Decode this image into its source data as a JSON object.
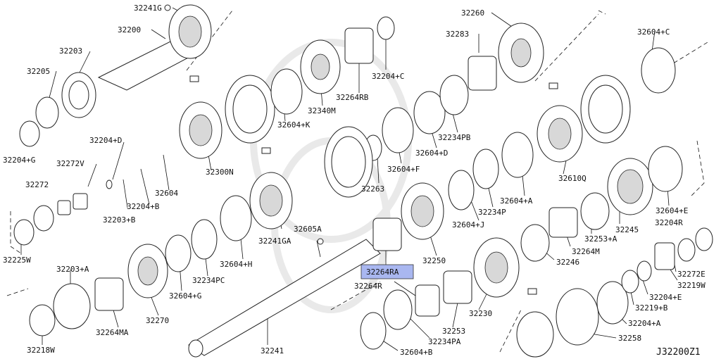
{
  "diagram_code": "J32200Z1",
  "highlight_color": "#a9b7f0",
  "highlighted_label": "32264RA",
  "labels": [
    {
      "id": "p1",
      "text": "32241G"
    },
    {
      "id": "p2",
      "text": "32200"
    },
    {
      "id": "p3",
      "text": "32203"
    },
    {
      "id": "p4",
      "text": "32205"
    },
    {
      "id": "p5",
      "text": "32204+G"
    },
    {
      "id": "p6",
      "text": "32204+D"
    },
    {
      "id": "p7",
      "text": "32272V"
    },
    {
      "id": "p8",
      "text": "32272"
    },
    {
      "id": "p9",
      "text": "32203+B"
    },
    {
      "id": "p10",
      "text": "32204+B"
    },
    {
      "id": "p11",
      "text": "32604"
    },
    {
      "id": "p12",
      "text": "32300N"
    },
    {
      "id": "p13",
      "text": "32604+K"
    },
    {
      "id": "p14",
      "text": "32340M"
    },
    {
      "id": "p15",
      "text": "32264RB"
    },
    {
      "id": "p16",
      "text": "32204+C"
    },
    {
      "id": "p17",
      "text": "32260"
    },
    {
      "id": "p18",
      "text": "32283"
    },
    {
      "id": "p19",
      "text": "32604+C"
    },
    {
      "id": "p20",
      "text": "32234PB"
    },
    {
      "id": "p21",
      "text": "32604+D"
    },
    {
      "id": "p22",
      "text": "32604+F"
    },
    {
      "id": "p23",
      "text": "32263"
    },
    {
      "id": "p24",
      "text": "32610Q"
    },
    {
      "id": "p25",
      "text": "32604+A"
    },
    {
      "id": "p26",
      "text": "32234P"
    },
    {
      "id": "p27",
      "text": "32604+J"
    },
    {
      "id": "p28",
      "text": "32604+E"
    },
    {
      "id": "p29",
      "text": "32204R"
    },
    {
      "id": "p30",
      "text": "32245"
    },
    {
      "id": "p31",
      "text": "32253+A"
    },
    {
      "id": "p32",
      "text": "32264M"
    },
    {
      "id": "p33",
      "text": "32246"
    },
    {
      "id": "p34",
      "text": "32272E"
    },
    {
      "id": "p35",
      "text": "32219W"
    },
    {
      "id": "p36",
      "text": "32204+E"
    },
    {
      "id": "p37",
      "text": "32219+B"
    },
    {
      "id": "p38",
      "text": "32204+A"
    },
    {
      "id": "p39",
      "text": "32258"
    },
    {
      "id": "p40",
      "text": "32605A"
    },
    {
      "id": "p41",
      "text": "32241GA"
    },
    {
      "id": "p42",
      "text": "32250"
    },
    {
      "id": "p43",
      "text": "32264R"
    },
    {
      "id": "p44",
      "text": "32253"
    },
    {
      "id": "p45",
      "text": "32230"
    },
    {
      "id": "p46",
      "text": "32234PA"
    },
    {
      "id": "p47",
      "text": "32604+B"
    },
    {
      "id": "p48",
      "text": "32241"
    },
    {
      "id": "p49",
      "text": "32225W"
    },
    {
      "id": "p50",
      "text": "32203+A"
    },
    {
      "id": "p51",
      "text": "32264MA"
    },
    {
      "id": "p52",
      "text": "32270"
    },
    {
      "id": "p53",
      "text": "32604+G"
    },
    {
      "id": "p54",
      "text": "32234PC"
    },
    {
      "id": "p55",
      "text": "32604+H"
    },
    {
      "id": "p56",
      "text": "32218W"
    }
  ]
}
